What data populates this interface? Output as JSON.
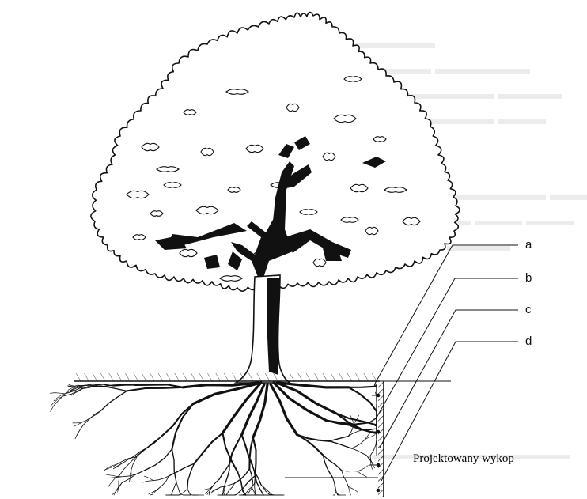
{
  "labels": {
    "a": "a",
    "b": "b",
    "c": "c",
    "d": "d"
  },
  "caption": "Projektowany wykop",
  "colors": {
    "ink": "#111111",
    "background": "#ffffff"
  }
}
